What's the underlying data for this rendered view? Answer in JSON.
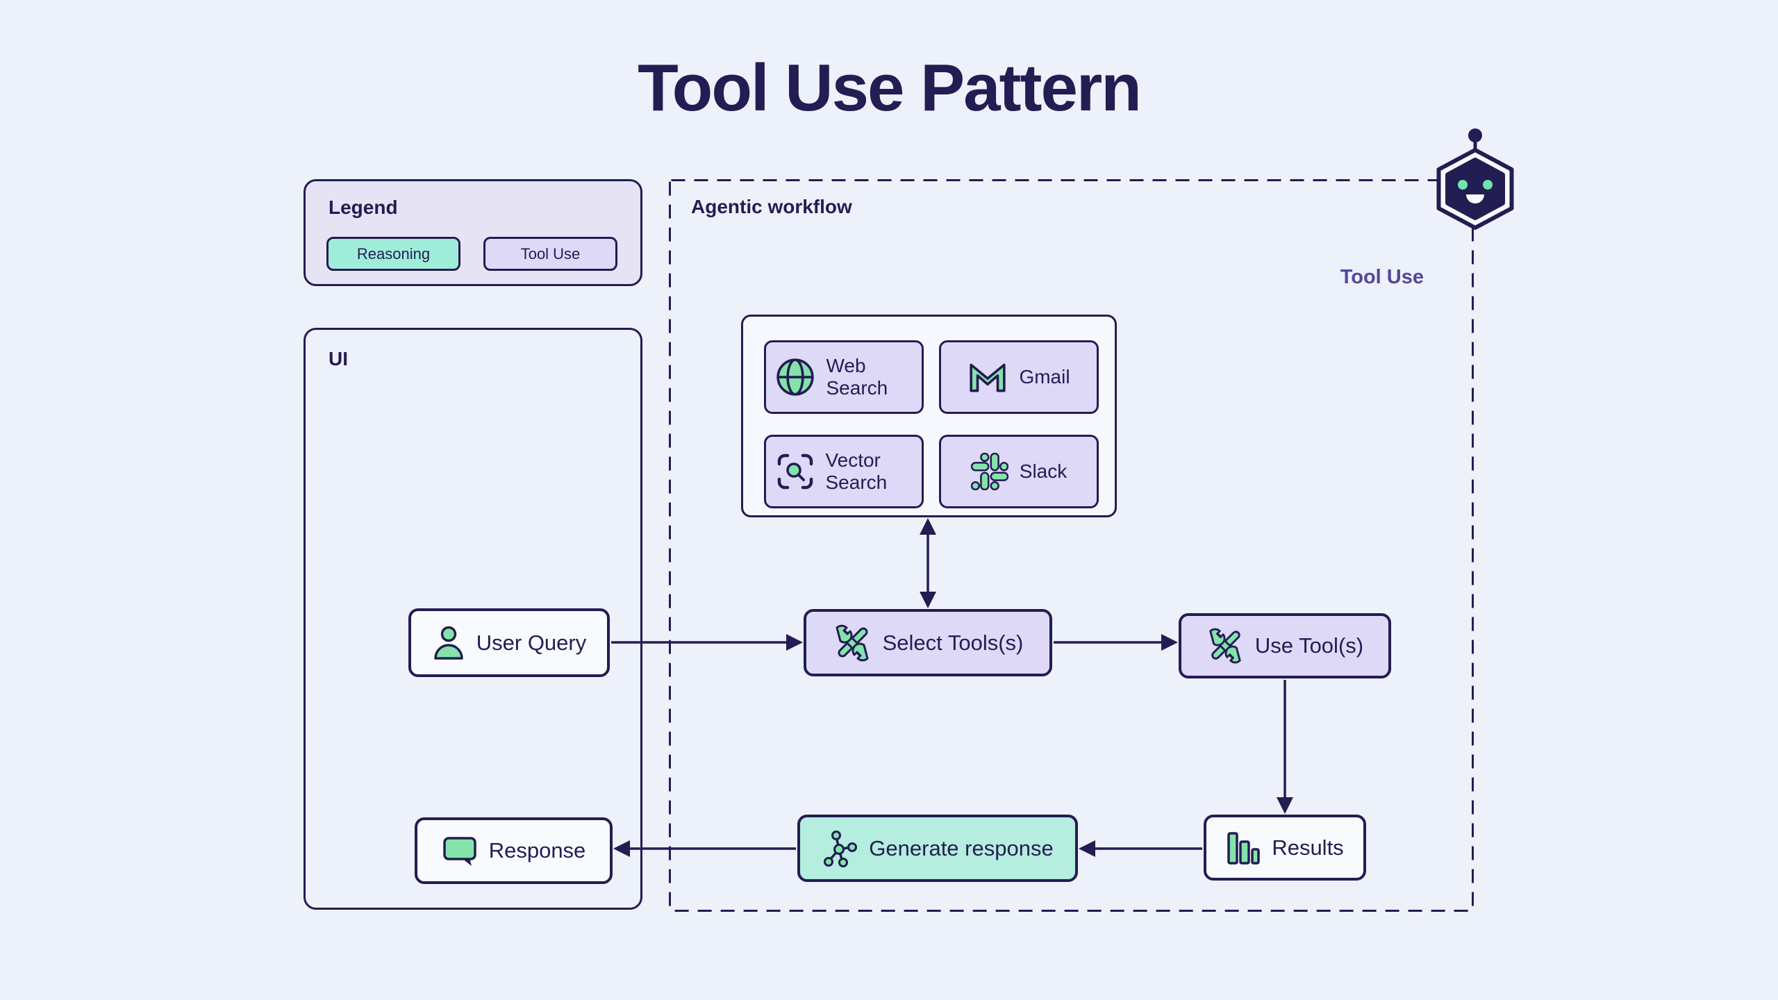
{
  "title": "Tool Use Pattern",
  "colors": {
    "bg": "#edf1fa",
    "navy": "#221d52",
    "purple_fill": "#ded9f7",
    "mint": "#9fecd9",
    "teal": "#b5edde",
    "icon_green": "#84e3ab",
    "white_box": "#f8fafd",
    "legend_bg": "#e6e3f4",
    "tools_bg": "#f6f8fd",
    "purple_text": "#4f4899"
  },
  "legend": {
    "title": "Legend",
    "items": [
      {
        "label": "Reasoning",
        "color": "#9fecd9"
      },
      {
        "label": "Tool Use",
        "color": "#ded9f7"
      }
    ]
  },
  "ui": {
    "title": "UI",
    "nodes": {
      "user_query": {
        "label": "User Query",
        "icon": "user-icon"
      },
      "response": {
        "label": "Response",
        "icon": "chat-bubble-icon"
      }
    }
  },
  "workflow": {
    "title": "Agentic workflow",
    "annotation": "Tool Use",
    "mascot": "robot-icon",
    "tools": [
      {
        "label": "Web Search",
        "icon": "globe-icon"
      },
      {
        "label": "Gmail",
        "icon": "gmail-icon"
      },
      {
        "label": "Vector Search",
        "icon": "vector-search-icon"
      },
      {
        "label": "Slack",
        "icon": "slack-icon"
      }
    ],
    "nodes": {
      "select_tools": {
        "label": "Select Tools(s)",
        "icon": "tools-icon"
      },
      "use_tools": {
        "label": "Use Tool(s)",
        "icon": "tools-icon"
      },
      "results": {
        "label": "Results",
        "icon": "bar-chart-icon"
      },
      "generate_response": {
        "label": "Generate response",
        "icon": "network-icon"
      }
    }
  }
}
